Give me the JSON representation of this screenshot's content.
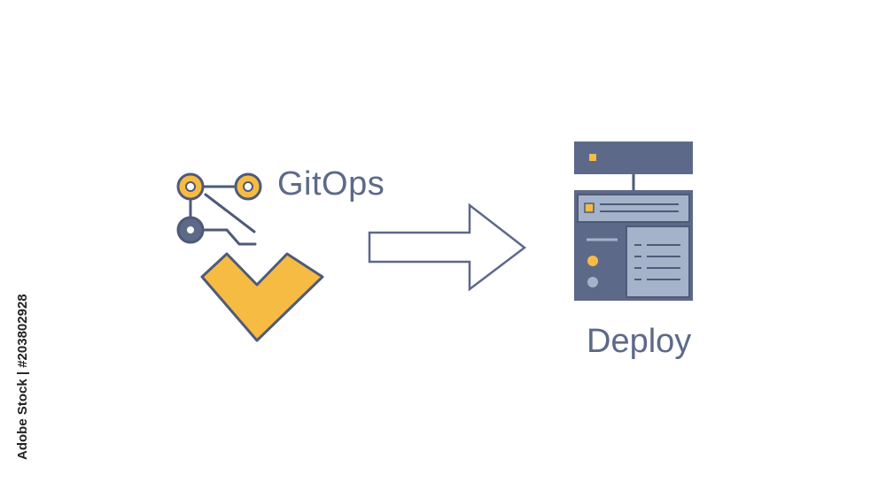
{
  "labels": {
    "gitops": "GitOps",
    "deploy": "Deploy"
  },
  "watermark": {
    "text": "Adobe Stock | #203802928"
  },
  "colors": {
    "accent_yellow": "#f6bb43",
    "slate": "#5d6989",
    "slate_light": "#a4b3c9",
    "stroke": "#4f5a78"
  },
  "icons": {
    "source": "gitops-icon",
    "flow": "arrow-right-icon",
    "target": "server-icon"
  }
}
